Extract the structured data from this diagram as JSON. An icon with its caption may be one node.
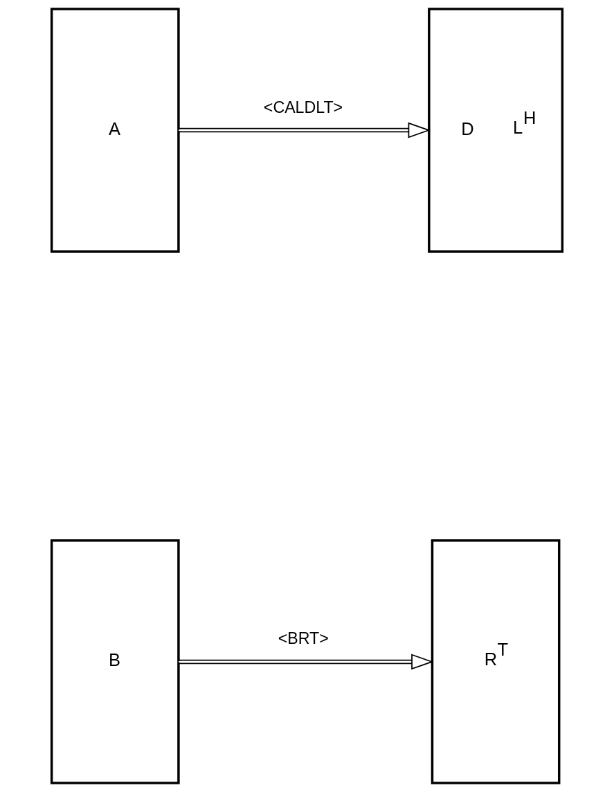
{
  "diagram": {
    "nodes": [
      {
        "text": [
          "A"
        ]
      },
      {
        "text": [
          "D",
          "L$^{H}$"
        ]
      },
      {
        "text": [
          "B"
        ]
      },
      {
        "text": [
          "R$^{T}$"
        ]
      }
    ],
    "edges": [
      {
        "from": 0,
        "to": 1,
        "arrow": "to",
        "label": "<CALDLT>"
      },
      {
        "from": 2,
        "to": 3,
        "arrow": "to",
        "label": "<BRT>"
      }
    ]
  }
}
